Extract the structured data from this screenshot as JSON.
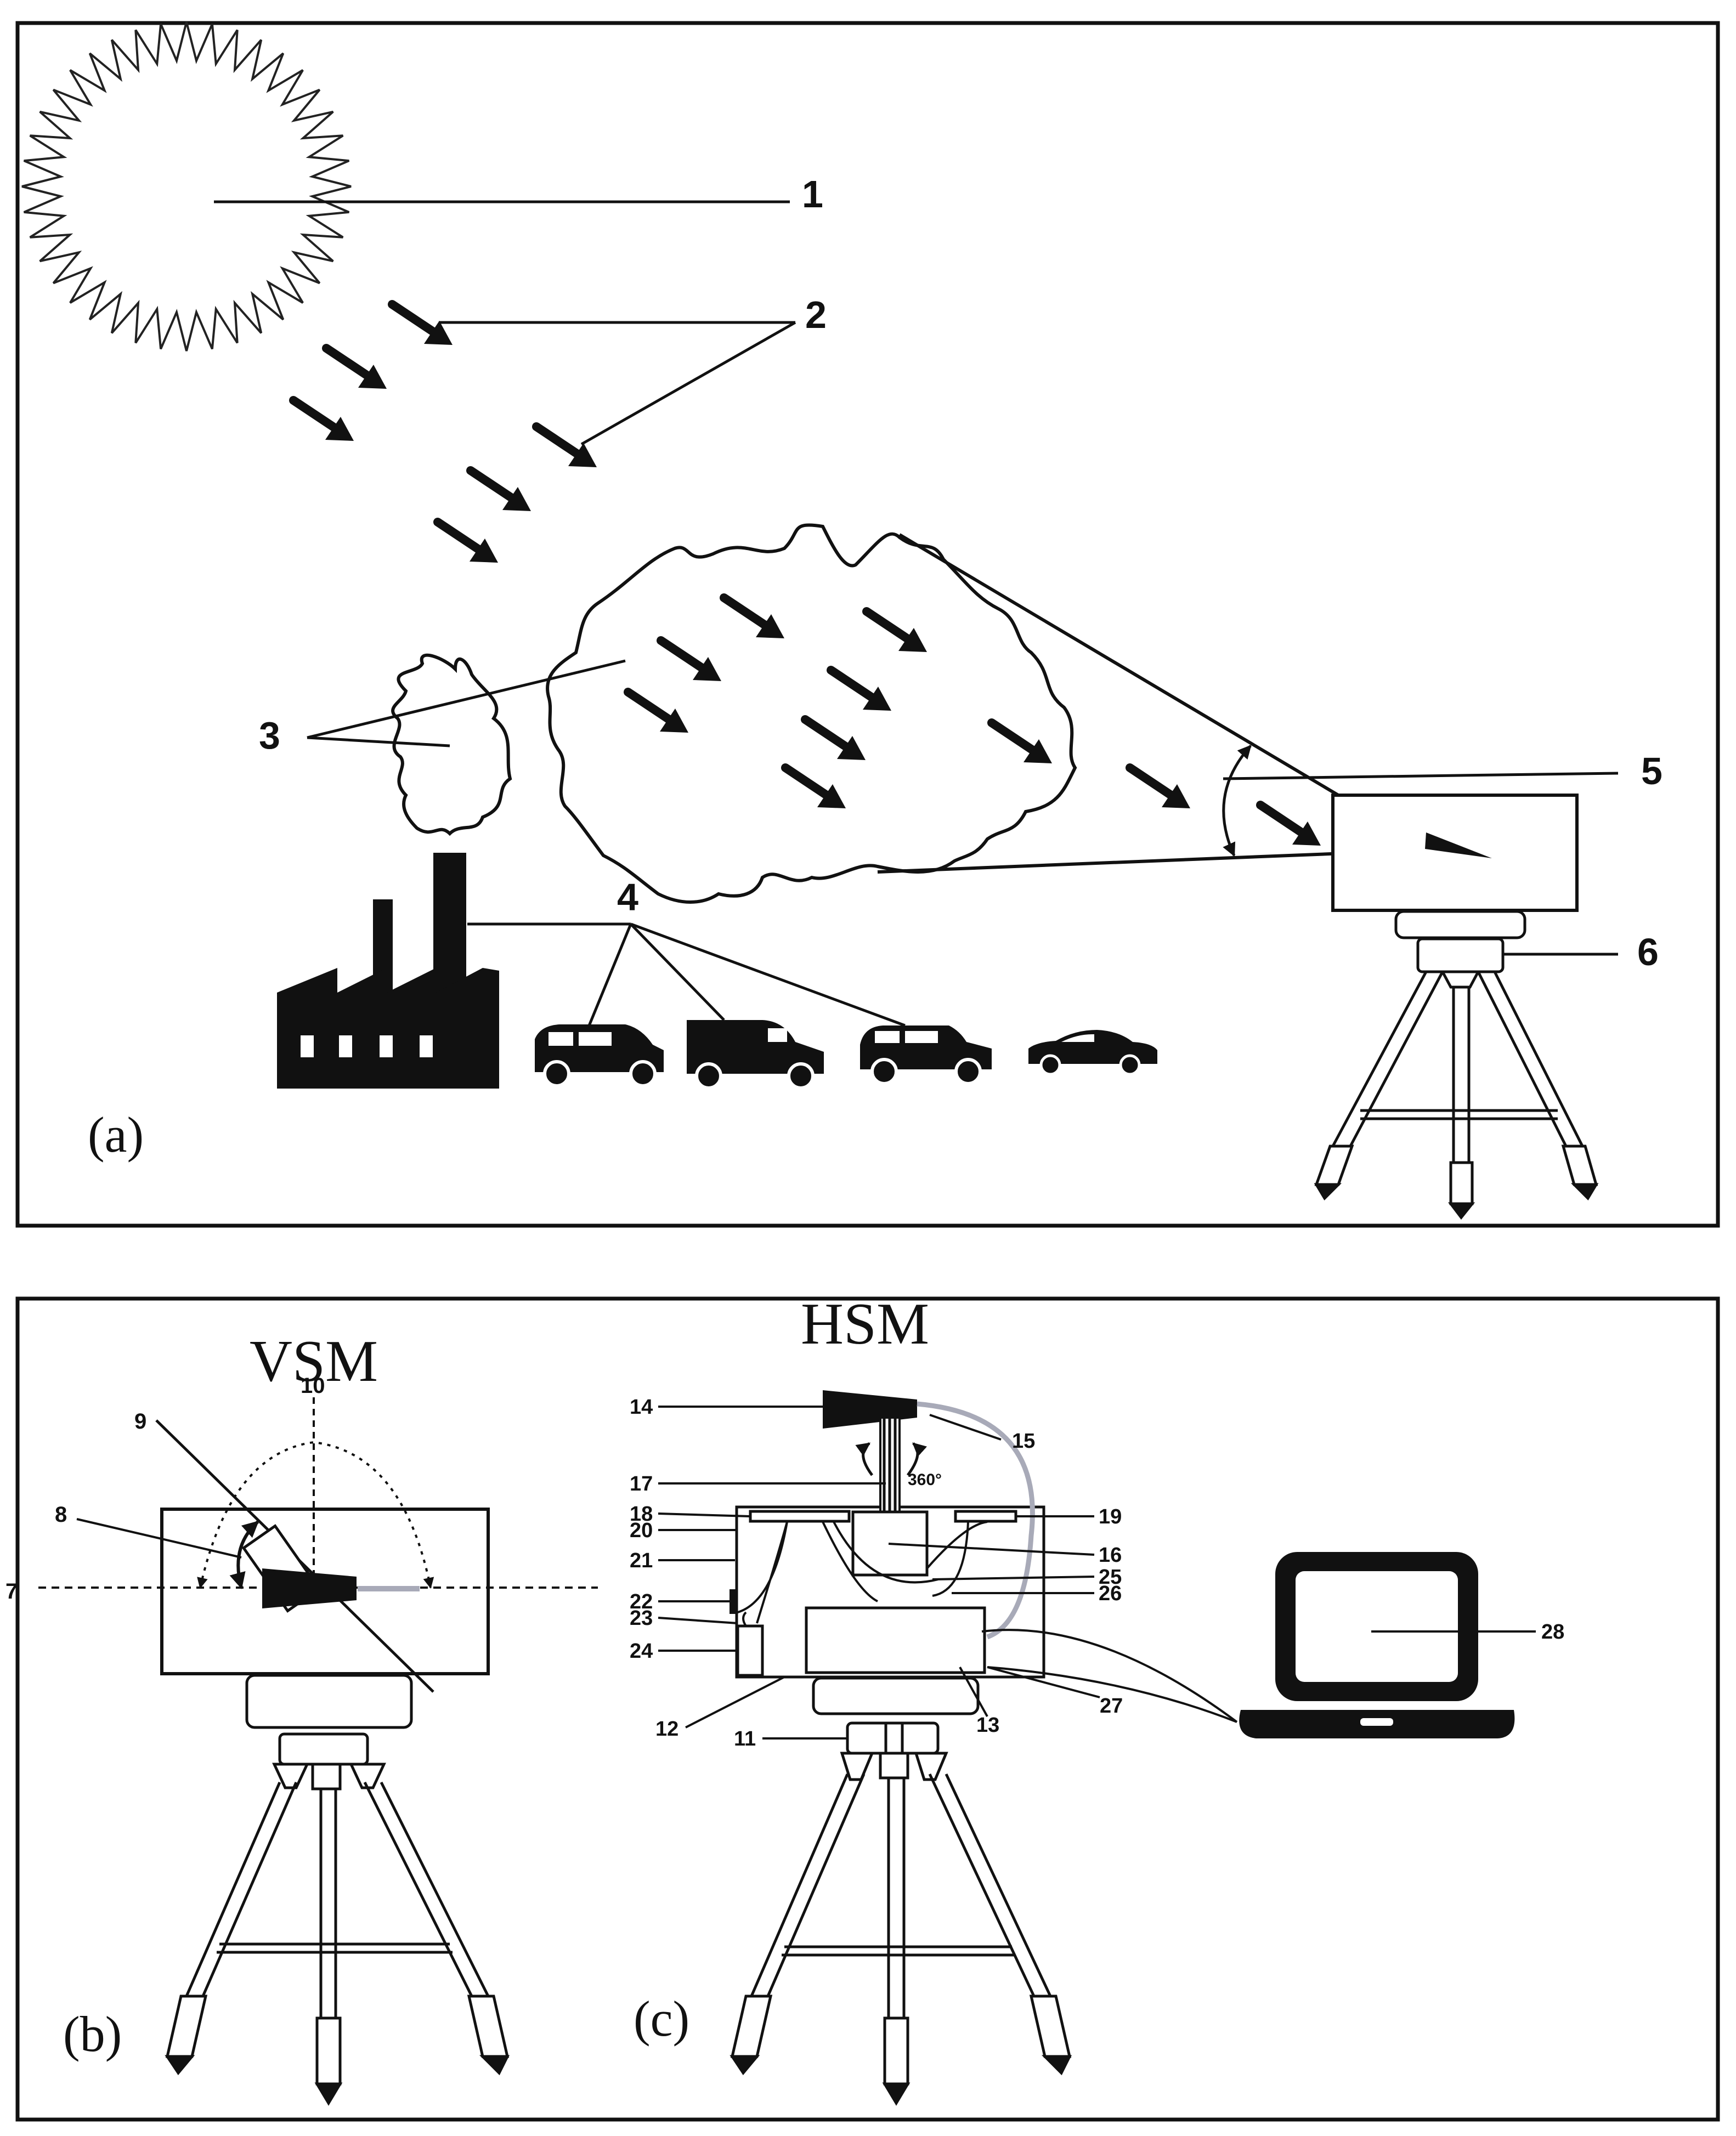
{
  "panel_a": {
    "label": "(a)",
    "callouts": {
      "c1": "1",
      "c2": "2",
      "c3": "3",
      "c4": "4",
      "c5": "5",
      "c6": "6"
    },
    "icons": [
      "sun-icon",
      "light-ray-icon",
      "cloud-icon",
      "factory-icon",
      "van-icon",
      "truck-icon",
      "suv-icon",
      "car-icon",
      "instrument-box-icon",
      "tripod-icon"
    ]
  },
  "panel_b": {
    "label": "(b)",
    "title": "VSM",
    "callouts": {
      "c7": "7",
      "c8": "8",
      "c9": "9",
      "c10": "10"
    },
    "icons": [
      "telescope-icon",
      "tripod-icon",
      "rotation-arc-icon"
    ]
  },
  "panel_c": {
    "label": "(c)",
    "title": "HSM",
    "rotation_label": "360°",
    "callouts": {
      "c11": "11",
      "c12": "12",
      "c13": "13",
      "c14": "14",
      "c15": "15",
      "c16": "16",
      "c17": "17",
      "c18": "18",
      "c19": "19",
      "c20": "20",
      "c21": "21",
      "c22": "22",
      "c23": "23",
      "c24": "24",
      "c25": "25",
      "c26": "26",
      "c27": "27",
      "c28": "28"
    },
    "icons": [
      "telescope-icon",
      "fiber-cable-icon",
      "laptop-icon",
      "tripod-icon"
    ]
  },
  "colors": {
    "ink": "#111111",
    "cable": "#a8aab8",
    "background": "#ffffff"
  }
}
